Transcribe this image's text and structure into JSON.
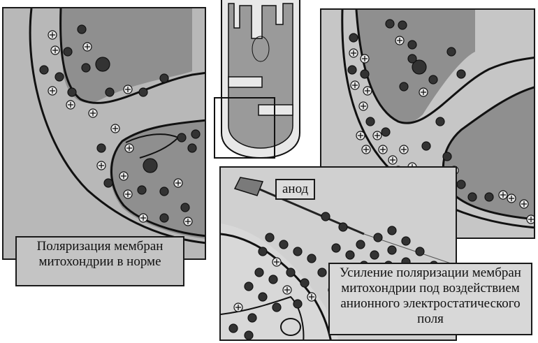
{
  "captions": {
    "normal": "Поляризация мембран митохондрии в норме",
    "enhanced": "Усиление поляризации мембран митохондрии под воздействием анионного электростатического поля"
  },
  "anode_label": "анод",
  "colors": {
    "background": "#ffffff",
    "panel_gray": "#bdbdbd",
    "matrix_gray": "#8f8f8f",
    "membrane": "#111111",
    "particle_dark": "#333333"
  },
  "icons": [
    "anion-particle-icon",
    "cation-particle-icon",
    "mitochondrion-icon",
    "anode-electrode-icon"
  ]
}
